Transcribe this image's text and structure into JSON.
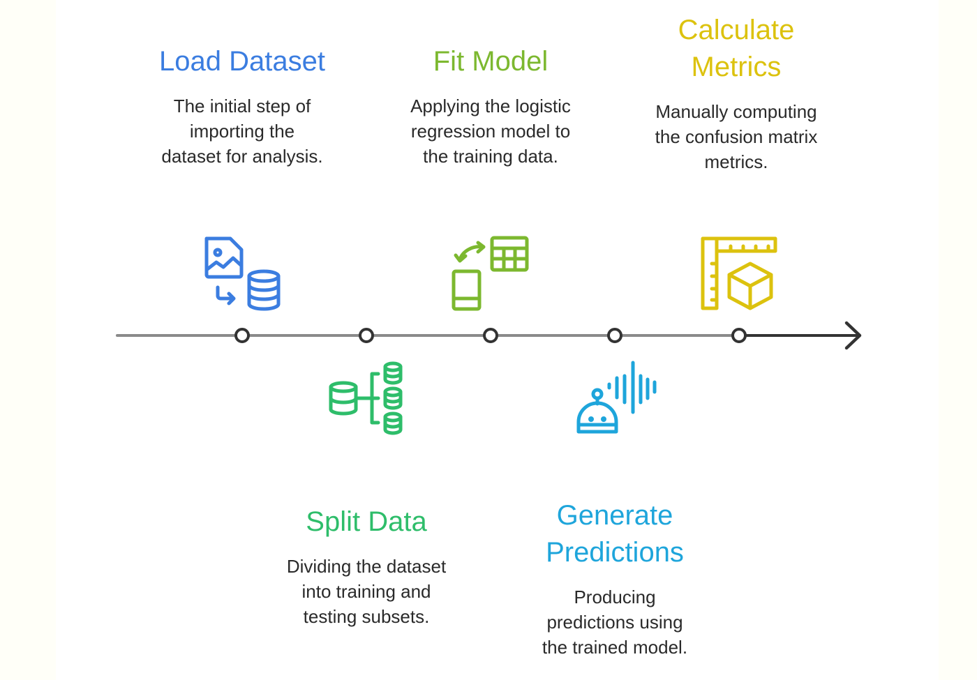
{
  "diagram": {
    "type": "horizontal-timeline",
    "colors": {
      "axis_light": "#8a8a8a",
      "axis_dark": "#333333",
      "node_stroke": "#333333",
      "description_text": "#2a2a2a"
    },
    "steps": [
      {
        "title": "Load Dataset",
        "description": "The initial step of importing the dataset for analysis.",
        "desc_lines": [
          "The initial step of",
          "importing the",
          "dataset for analysis."
        ],
        "color": "#3b7de0",
        "icon": "file-image-to-database-icon",
        "position": "above"
      },
      {
        "title": "Split Data",
        "description": "Dividing the dataset into training and testing subsets.",
        "desc_lines": [
          "Dividing the dataset",
          "into training and",
          "testing subsets."
        ],
        "color": "#2ebd6a",
        "icon": "database-split-icon",
        "position": "below"
      },
      {
        "title": "Fit Model",
        "description": "Applying the logistic regression model to the training data.",
        "desc_lines": [
          "Applying the logistic",
          "regression model to",
          "the training data."
        ],
        "color": "#7cb82f",
        "icon": "device-table-sync-icon",
        "position": "above"
      },
      {
        "title": "Generate Predictions",
        "title_lines": [
          "Generate",
          "Predictions"
        ],
        "description": "Producing predictions using the trained model.",
        "desc_lines": [
          "Producing",
          "predictions using",
          "the trained model."
        ],
        "color": "#1ea5db",
        "icon": "robot-voice-icon",
        "position": "below"
      },
      {
        "title": "Calculate Metrics",
        "title_lines": [
          "Calculate",
          "Metrics"
        ],
        "description": "Manually computing the confusion matrix metrics.",
        "desc_lines": [
          "Manually computing",
          "the confusion matrix",
          "metrics."
        ],
        "color": "#dcc20e",
        "icon": "ruler-cube-icon",
        "position": "above"
      }
    ]
  }
}
